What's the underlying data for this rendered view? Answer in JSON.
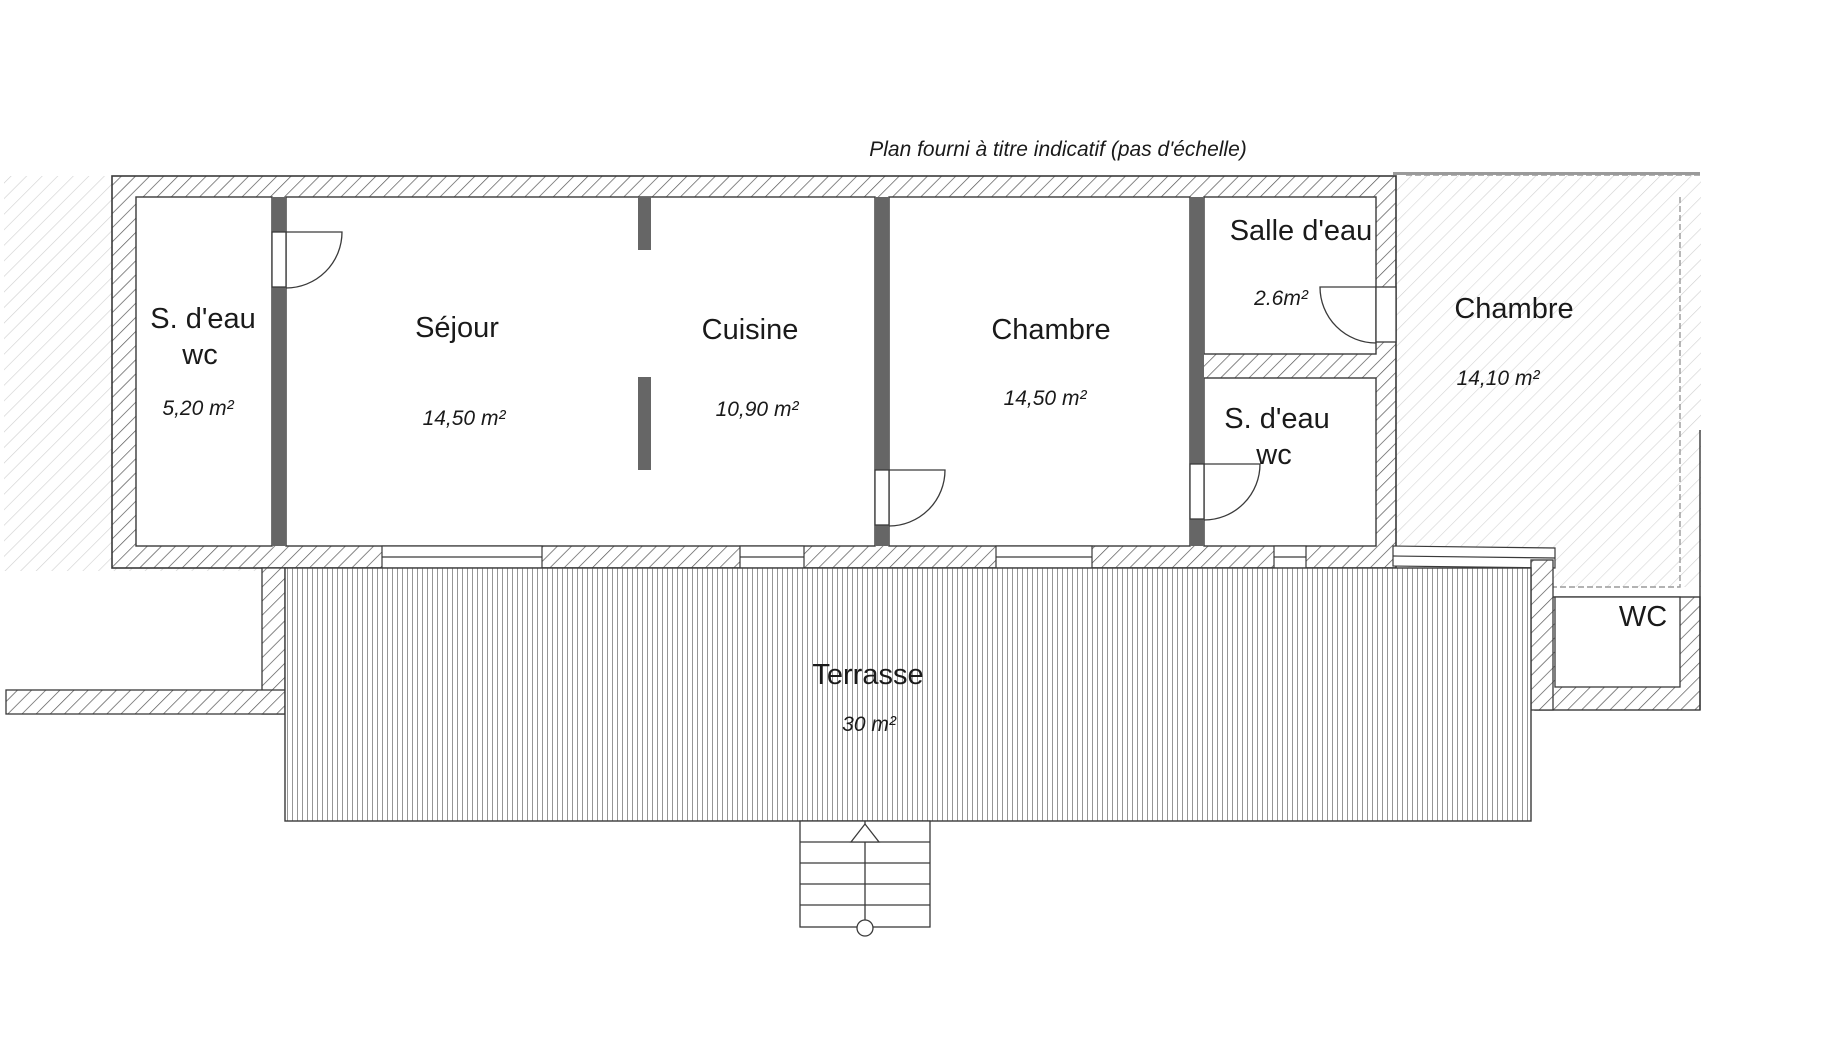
{
  "plan": {
    "note": "Plan fourni à titre indicatif (pas d'échelle)"
  },
  "rooms": {
    "sdeau_left": {
      "name_line1": "S. d'eau",
      "name_line2": "wc",
      "area": "5,20 m²"
    },
    "sejour": {
      "name": "Séjour",
      "area": "14,50 m²"
    },
    "cuisine": {
      "name": "Cuisine",
      "area": "10,90 m²"
    },
    "chambre_center": {
      "name": "Chambre",
      "area": "14,50 m²"
    },
    "salle_deau": {
      "name": "Salle  d'eau",
      "area": "2.6m²"
    },
    "sdeau_right": {
      "name_line1": "S. d'eau",
      "name_line2": "wc"
    },
    "chambre_annex": {
      "name": "Chambre",
      "area": "14,10 m²"
    },
    "wc_annex": {
      "name": "WC"
    },
    "terrasse": {
      "name": "Terrasse",
      "area": "30 m²"
    }
  },
  "colors": {
    "line": "#3a3a3a",
    "hatch": "#555555",
    "partition": "#666666",
    "annex_hatch": "#cfcfcf"
  }
}
